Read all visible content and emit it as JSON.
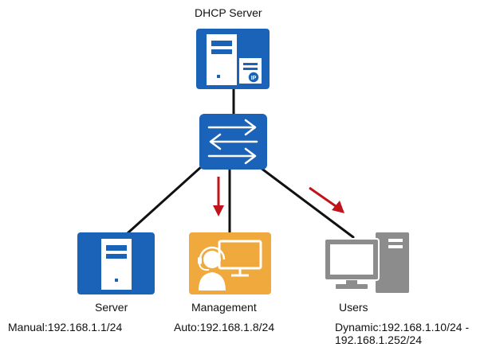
{
  "diagram": {
    "dhcp_server": {
      "label": "DHCP Server",
      "icon": "dhcp-server-icon"
    },
    "switch": {
      "icon": "switch-icon"
    },
    "nodes": [
      {
        "label": "Server",
        "address": "Manual:192.168.1.1/24",
        "icon": "server-icon"
      },
      {
        "label": "Management",
        "address": "Auto:192.168.1.8/24",
        "icon": "management-user-icon"
      },
      {
        "label": "Users",
        "address": "Dynamic:192.168.1.10/24 - 192.168.1.252/24",
        "icon": "desktop-computer-icon"
      }
    ],
    "colors": {
      "device_blue": "#1a63b8",
      "management_orange": "#f0a93c",
      "users_gray": "#8c8c8c",
      "arrow_red": "#c0141b",
      "link_black": "#111111"
    }
  }
}
